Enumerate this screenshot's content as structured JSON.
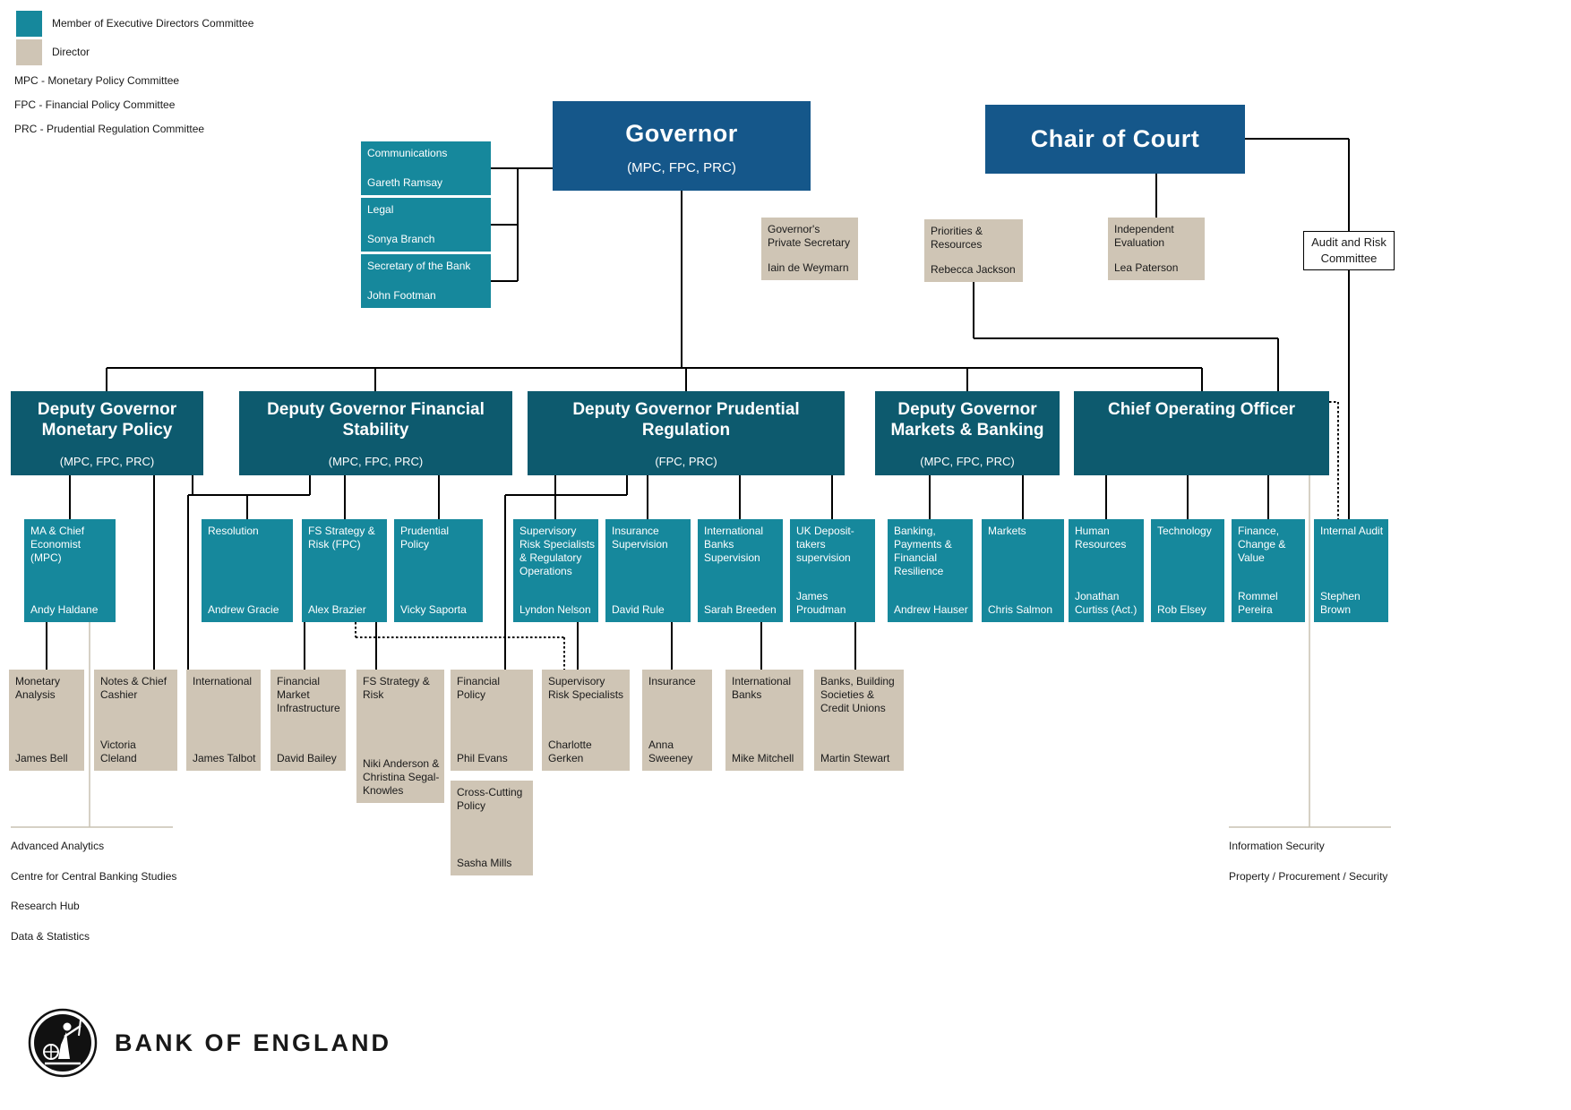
{
  "colors": {
    "executive": "#16889c",
    "director": "#cfc5b5",
    "senior": "#15578a",
    "deputy": "#0d5a6e",
    "line": "#000000",
    "faint_line": "#c8c2b2"
  },
  "legend": {
    "exec_label": "Member of Executive Directors Committee",
    "director_label": "Director",
    "abbrev": [
      "MPC - Monetary Policy Committee",
      "FPC - Financial Policy Committee",
      "PRC - Prudential Regulation Committee"
    ]
  },
  "top": {
    "governor": {
      "title": "Governor",
      "committees": "(MPC, FPC, PRC)"
    },
    "chair": {
      "title": "Chair of Court"
    },
    "offices": [
      {
        "title": "Communications",
        "name": "Gareth Ramsay"
      },
      {
        "title": "Legal",
        "name": "Sonya Branch"
      },
      {
        "title": "Secretary of the Bank",
        "name": "John Footman"
      }
    ],
    "private_secretary": {
      "title": "Governor's Private Secretary",
      "name": "Iain de Weymarn"
    },
    "priorities": {
      "title": "Priorities & Resources",
      "name": "Rebecca Jackson"
    },
    "independent_evaluation": {
      "title": "Independent Evaluation",
      "name": "Lea Paterson"
    },
    "audit_committee": {
      "title": "Audit and Risk Committee"
    }
  },
  "deputies": [
    {
      "title": "Deputy Governor Monetary Policy",
      "committees": "(MPC, FPC, PRC)"
    },
    {
      "title": "Deputy Governor Financial Stability",
      "committees": "(MPC, FPC, PRC)"
    },
    {
      "title": "Deputy Governor Prudential Regulation",
      "committees": "(FPC, PRC)"
    },
    {
      "title": "Deputy Governor Markets & Banking",
      "committees": "(MPC, FPC, PRC)"
    },
    {
      "title": "Chief Operating Officer",
      "committees": null
    }
  ],
  "executives": [
    {
      "title": "MA & Chief Economist (MPC)",
      "name": "Andy Haldane"
    },
    {
      "title": "Resolution",
      "name": "Andrew Gracie"
    },
    {
      "title": "FS Strategy & Risk (FPC)",
      "name": "Alex Brazier"
    },
    {
      "title": "Prudential Policy",
      "name": "Vicky Saporta"
    },
    {
      "title": "Supervisory Risk Specialists & Regulatory Operations",
      "name": "Lyndon Nelson"
    },
    {
      "title": "Insurance Supervision",
      "name": "David Rule"
    },
    {
      "title": "International Banks Supervision",
      "name": "Sarah Breeden"
    },
    {
      "title": "UK Deposit-takers supervision",
      "name": "James Proudman"
    },
    {
      "title": "Banking, Payments & Financial Resilience",
      "name": "Andrew Hauser"
    },
    {
      "title": "Markets",
      "name": "Chris Salmon"
    },
    {
      "title": "Human Resources",
      "name": "Jonathan Curtiss (Act.)"
    },
    {
      "title": "Technology",
      "name": "Rob Elsey"
    },
    {
      "title": "Finance, Change & Value",
      "name": "Rommel Pereira"
    },
    {
      "title": "Internal Audit",
      "name": "Stephen Brown"
    }
  ],
  "directors": [
    {
      "title": "Monetary Analysis",
      "name": "James Bell"
    },
    {
      "title": "Notes & Chief Cashier",
      "name": "Victoria Cleland"
    },
    {
      "title": "International",
      "name": "James Talbot"
    },
    {
      "title": "Financial Market Infrastructure",
      "name": "David Bailey"
    },
    {
      "title": "FS Strategy & Risk",
      "name": "Niki Anderson & Christina Segal-Knowles"
    },
    {
      "title": "Financial Policy",
      "name": "Phil Evans"
    },
    {
      "title": "Supervisory Risk Specialists",
      "name": "Charlotte Gerken"
    },
    {
      "title": "Insurance",
      "name": "Anna Sweeney"
    },
    {
      "title": "International Banks",
      "name": "Mike Mitchell"
    },
    {
      "title": "Banks, Building Societies & Credit Unions",
      "name": "Martin Stewart"
    },
    {
      "title": "Cross-Cutting Policy",
      "name": "Sasha Mills"
    }
  ],
  "left_list": [
    "Advanced Analytics",
    "Centre for Central Banking Studies",
    "Research Hub",
    "Data & Statistics"
  ],
  "right_list": [
    "Information Security",
    "Property / Procurement / Security"
  ],
  "footer": {
    "brand": "BANK OF ENGLAND"
  }
}
